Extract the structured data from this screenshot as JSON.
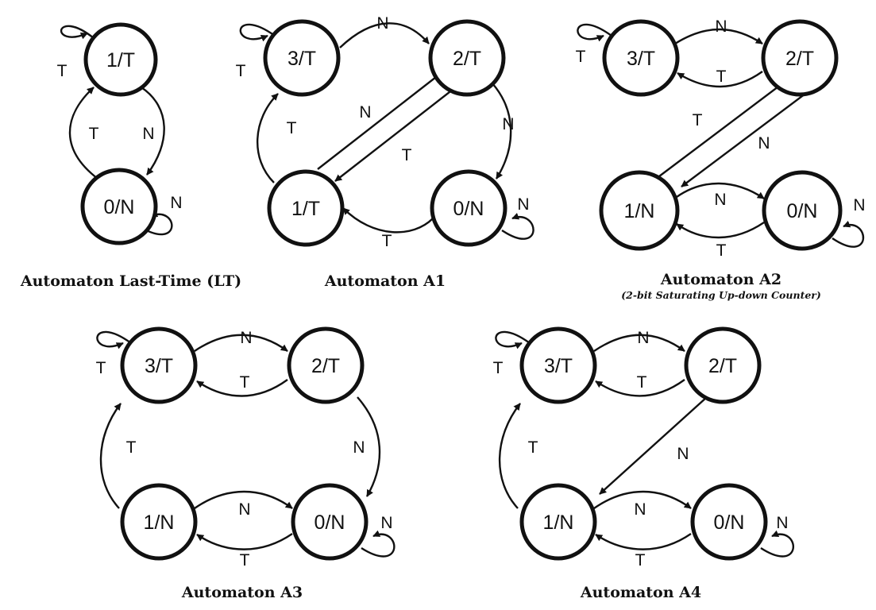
{
  "colors": {
    "ink": "#111111",
    "background": "#ffffff"
  },
  "automata": [
    {
      "id": "lt",
      "title": "Automaton Last-Time (LT)",
      "subtitle": "",
      "states": [
        "1/T",
        "0/N"
      ],
      "transitions": [
        {
          "from": "1/T",
          "to": "1/T",
          "label": "T"
        },
        {
          "from": "1/T",
          "to": "0/N",
          "label": "N"
        },
        {
          "from": "0/N",
          "to": "1/T",
          "label": "T"
        },
        {
          "from": "0/N",
          "to": "0/N",
          "label": "N"
        }
      ]
    },
    {
      "id": "a1",
      "title": "Automaton A1",
      "subtitle": "",
      "states": [
        "3/T",
        "2/T",
        "1/T",
        "0/N"
      ],
      "transitions": [
        {
          "from": "3/T",
          "to": "3/T",
          "label": "T"
        },
        {
          "from": "3/T",
          "to": "2/T",
          "label": "N"
        },
        {
          "from": "2/T",
          "to": "1/T",
          "label": "T"
        },
        {
          "from": "2/T",
          "to": "0/N",
          "label": "N"
        },
        {
          "from": "1/T",
          "to": "2/T",
          "label": "N"
        },
        {
          "from": "1/T",
          "to": "3/T",
          "label": "T"
        },
        {
          "from": "0/N",
          "to": "1/T",
          "label": "T"
        },
        {
          "from": "0/N",
          "to": "0/N",
          "label": "N"
        }
      ]
    },
    {
      "id": "a2",
      "title": "Automaton A2",
      "subtitle": "(2-bit Saturating Up-down Counter)",
      "states": [
        "3/T",
        "2/T",
        "1/N",
        "0/N"
      ],
      "transitions": [
        {
          "from": "3/T",
          "to": "3/T",
          "label": "T"
        },
        {
          "from": "3/T",
          "to": "2/T",
          "label": "N"
        },
        {
          "from": "2/T",
          "to": "3/T",
          "label": "T"
        },
        {
          "from": "2/T",
          "to": "1/N",
          "label": "N"
        },
        {
          "from": "1/N",
          "to": "2/T",
          "label": "T"
        },
        {
          "from": "1/N",
          "to": "0/N",
          "label": "N"
        },
        {
          "from": "0/N",
          "to": "1/N",
          "label": "T"
        },
        {
          "from": "0/N",
          "to": "0/N",
          "label": "N"
        }
      ]
    },
    {
      "id": "a3",
      "title": "Automaton A3",
      "subtitle": "",
      "states": [
        "3/T",
        "2/T",
        "1/N",
        "0/N"
      ],
      "transitions": [
        {
          "from": "3/T",
          "to": "3/T",
          "label": "T"
        },
        {
          "from": "3/T",
          "to": "2/T",
          "label": "N"
        },
        {
          "from": "2/T",
          "to": "3/T",
          "label": "T"
        },
        {
          "from": "2/T",
          "to": "0/N",
          "label": "N"
        },
        {
          "from": "1/N",
          "to": "3/T",
          "label": "T"
        },
        {
          "from": "1/N",
          "to": "0/N",
          "label": "N"
        },
        {
          "from": "0/N",
          "to": "1/N",
          "label": "T"
        },
        {
          "from": "0/N",
          "to": "0/N",
          "label": "N"
        }
      ]
    },
    {
      "id": "a4",
      "title": "Automaton A4",
      "subtitle": "",
      "states": [
        "3/T",
        "2/T",
        "1/N",
        "0/N"
      ],
      "transitions": [
        {
          "from": "3/T",
          "to": "3/T",
          "label": "T"
        },
        {
          "from": "3/T",
          "to": "2/T",
          "label": "N"
        },
        {
          "from": "2/T",
          "to": "3/T",
          "label": "T"
        },
        {
          "from": "2/T",
          "to": "1/N",
          "label": "N"
        },
        {
          "from": "1/N",
          "to": "3/T",
          "label": "T"
        },
        {
          "from": "1/N",
          "to": "0/N",
          "label": "N"
        },
        {
          "from": "0/N",
          "to": "1/N",
          "label": "T"
        },
        {
          "from": "0/N",
          "to": "0/N",
          "label": "N"
        }
      ]
    }
  ]
}
